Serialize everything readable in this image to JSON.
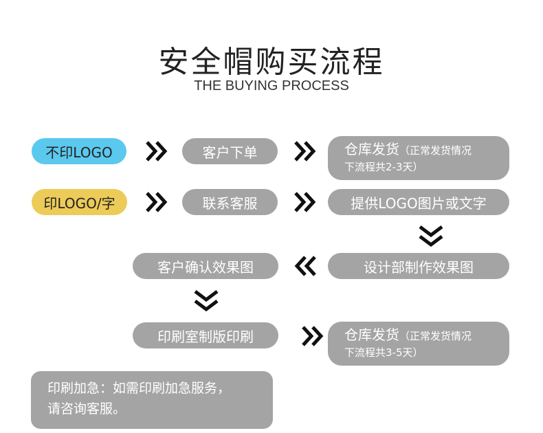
{
  "title": {
    "cn": "安全帽购买流程",
    "en": "THE BUYING PROCESS"
  },
  "steps": {
    "no_logo": "不印LOGO",
    "customer_order": "客户下单",
    "ship_1_main": "仓库发货",
    "ship_1_sub_a": "（正常发货情况",
    "ship_1_sub_b": "下流程共2-3天）",
    "with_logo": "印LOGO/字",
    "contact_service": "联系客服",
    "provide_logo": "提供LOGO图片或文字",
    "design_preview": "设计部制作效果图",
    "customer_confirm": "客户确认效果图",
    "print_plate": "印刷室制版印刷",
    "ship_2_main": "仓库发货",
    "ship_2_sub_a": "（正常发货情况",
    "ship_2_sub_b": "下流程共3-5天）"
  },
  "note": {
    "line1": "印刷加急：如需印刷加急服务，",
    "line2": "请咨询客服。"
  },
  "colors": {
    "box_gray": "#a4a4a4",
    "no_logo_blue": "#5bc8ee",
    "logo_yellow": "#eccb58",
    "arrow": "#111111"
  },
  "icons": {
    "right": "double-chevron-right-icon",
    "left": "double-chevron-left-icon",
    "down": "double-chevron-down-icon"
  }
}
